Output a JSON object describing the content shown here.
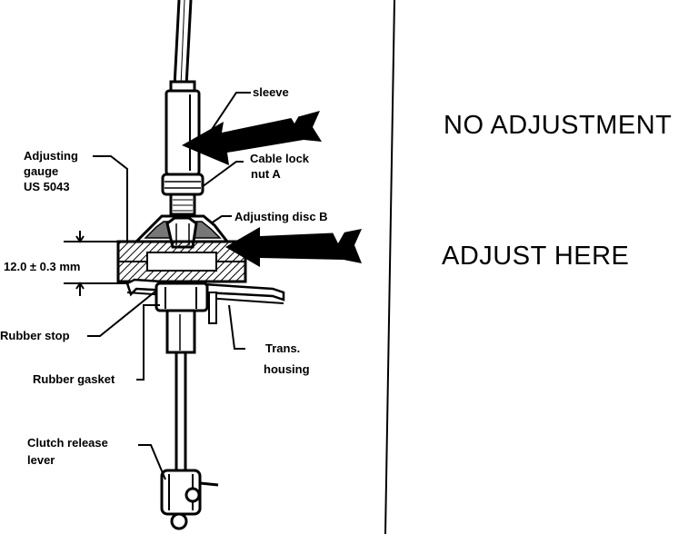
{
  "labels": {
    "sleeve": "sleeve",
    "cable_lock_1": "Cable lock",
    "cable_lock_2": "nut A",
    "gauge_1": "Adjusting",
    "gauge_2": "gauge",
    "gauge_3": "US 5043",
    "disc": "Adjusting disc B",
    "dimension": "12.0 ± 0.3 mm",
    "rubber_stop": "Rubber stop",
    "rubber_gasket": "Rubber gasket",
    "trans_1": "Trans.",
    "trans_2": "housing",
    "clutch_1": "Clutch release",
    "clutch_2": "lever"
  },
  "notes": {
    "no_adjustment": "NO ADJUSTMENT",
    "adjust_here": "ADJUST HERE"
  },
  "colors": {
    "ink": "#000000",
    "paper": "#ffffff"
  }
}
